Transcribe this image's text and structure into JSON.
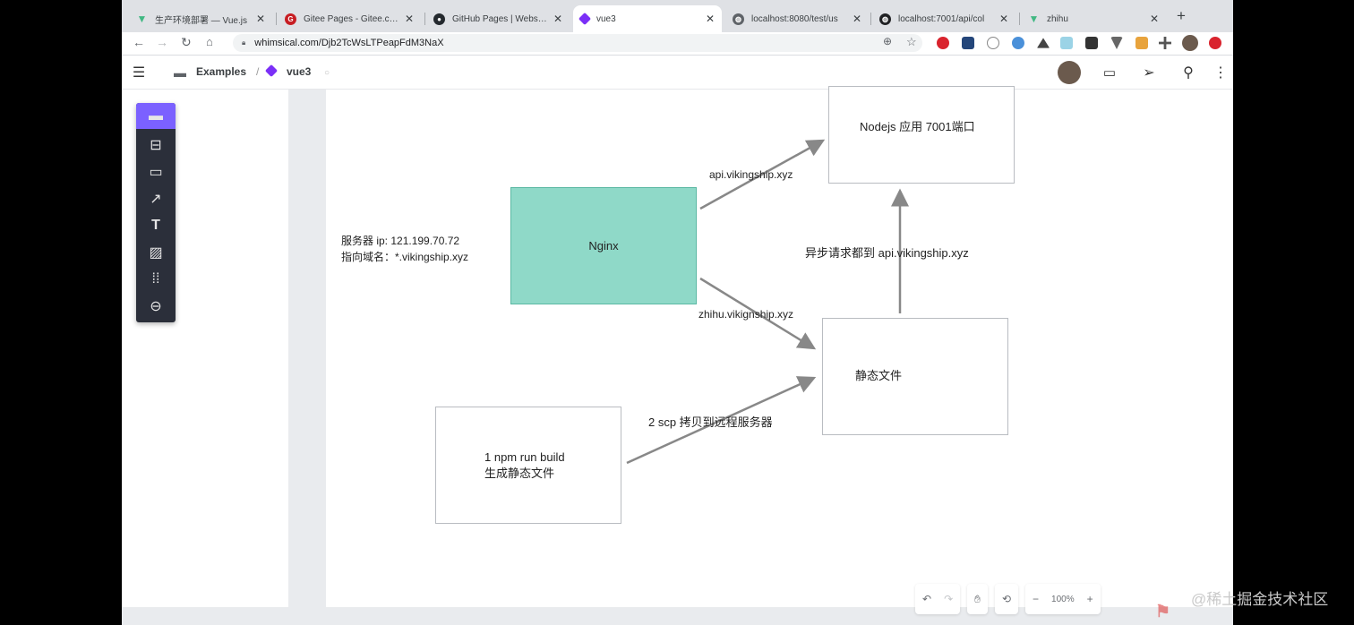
{
  "tabs": [
    {
      "title": "生产环境部署 — Vue.js",
      "icon": "vue-icon",
      "color": "#41b883",
      "active": false
    },
    {
      "title": "Gitee Pages - Gitee.com",
      "icon": "gitee-icon",
      "color": "#c71d23",
      "active": false
    },
    {
      "title": "GitHub Pages | Websites",
      "icon": "github-icon",
      "color": "#24292e",
      "active": false
    },
    {
      "title": "vue3",
      "icon": "whimsical-icon",
      "color": "#7b2ff7",
      "active": true
    },
    {
      "title": "localhost:8080/test/us",
      "icon": "globe-icon",
      "color": "#5f6368",
      "active": false
    },
    {
      "title": "localhost:7001/api/col",
      "icon": "globe-icon",
      "color": "#202124",
      "active": false
    },
    {
      "title": "zhihu",
      "icon": "vue-icon",
      "color": "#41b883",
      "active": false
    }
  ],
  "address": {
    "url": "whimsical.com/Djb2TcWsLTPeapFdM3NaX"
  },
  "breadcrumb": {
    "folder": "Examples",
    "separator": "/",
    "board": "vue3"
  },
  "diagram": {
    "server_info_line1": "服务器 ip: 121.199.70.72",
    "server_info_line2": "指向域名：*.vikingship.xyz",
    "nginx": "Nginx",
    "nodejs": "Nodejs 应用 7001端口",
    "static_files": "静态文件",
    "build_line1": "1 npm run build",
    "build_line2": "生成静态文件",
    "edge_api": "api.vikingship.xyz",
    "edge_zhihu": "zhihu.vikignship.xyz",
    "edge_async": "异步请求都到 api.vikingship.xyz",
    "edge_scp": "2 scp 拷贝到远程服务器",
    "nginx_color": "#8fd9c8"
  },
  "zoom": {
    "level": "100%"
  },
  "watermark": "@稀土掘金技术社区",
  "colors": {
    "accent": "#7b61ff"
  }
}
